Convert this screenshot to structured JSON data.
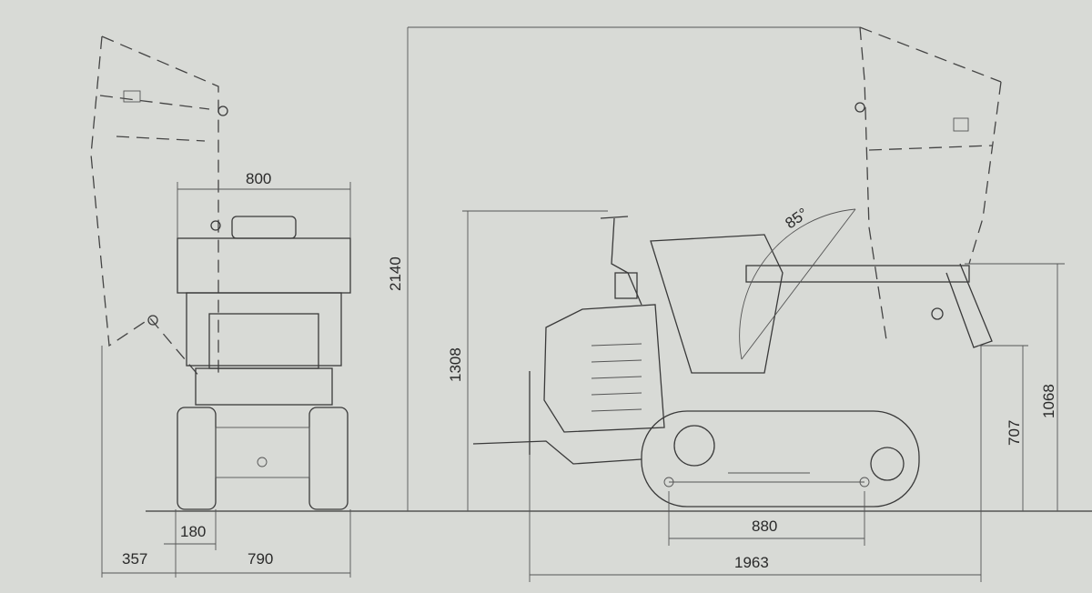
{
  "dimensions": {
    "front_width_top": "800",
    "overall_height": "2140",
    "height_operator": "1308",
    "tip_angle": "85°",
    "height_pivot": "1068",
    "height_dump": "707",
    "track_width": "180",
    "overhang": "357",
    "track_gauge": "790",
    "wheelbase": "880",
    "overall_length": "1963"
  },
  "colors": {
    "paper": "#d8dad6",
    "line": "#3a3a3a"
  }
}
